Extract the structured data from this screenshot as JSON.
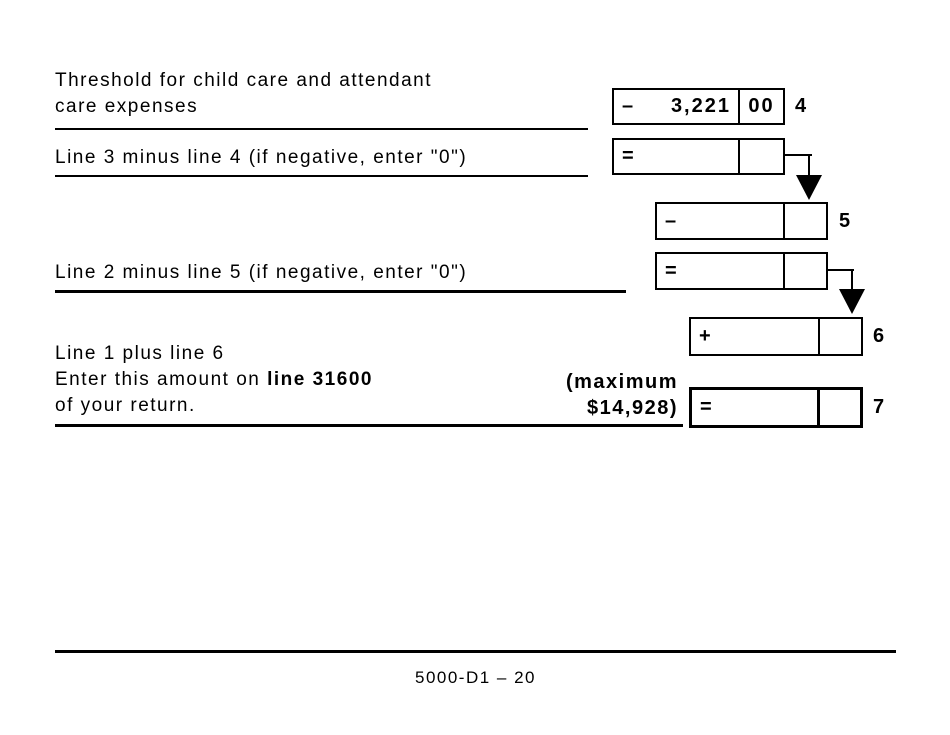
{
  "colors": {
    "ink": "#000000",
    "paper": "#ffffff"
  },
  "form": {
    "row_threshold": {
      "label_line1": "Threshold for child care and attendant",
      "label_line2": "care expenses",
      "operator": "–",
      "dollars": "3,221",
      "cents": "00",
      "line_no": "4"
    },
    "row_line3_minus_line4": {
      "label": "Line 3 minus line 4 (if negative, enter \"0\")",
      "operator": "="
    },
    "row_line5": {
      "operator": "–",
      "line_no": "5"
    },
    "row_line2_minus_line5": {
      "label": "Line 2 minus line 5 (if negative, enter \"0\")",
      "operator": "="
    },
    "row_line6": {
      "operator": "+",
      "line_no": "6"
    },
    "row_total": {
      "label_line1": "Line 1 plus line 6",
      "label_line2_prefix": "Enter this amount on ",
      "label_line2_bold": "line 31600",
      "label_line3": "of your return.",
      "maximum_line1": "(maximum",
      "maximum_line2": "$14,928)",
      "operator": "=",
      "line_no": "7"
    },
    "footer": {
      "page_label": "5000-D1 – 20"
    }
  }
}
